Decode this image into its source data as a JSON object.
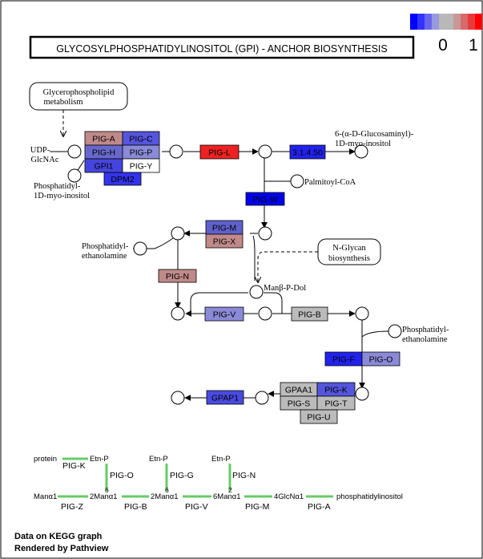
{
  "title": "GLYCOSYLPHOSPHATIDYLINOSITOL (GPI) - ANCHOR BIOSYNTHESIS",
  "legend": {
    "min_label": "0",
    "max_label": "1",
    "colors": [
      "#0000ff",
      "#3333ff",
      "#6666ee",
      "#9999dd",
      "#b8b8b8",
      "#b8b8b8",
      "#c89898",
      "#d86a6a",
      "#e83a3a",
      "#ff0000"
    ]
  },
  "maps": {
    "glycerophospholipid": [
      "Glycerophospholipid",
      "metabolism"
    ],
    "nglycan": [
      "N-Glycan",
      "biosynthesis"
    ]
  },
  "compounds": {
    "udp_glcnac": [
      "UDP-",
      "GlcNAc"
    ],
    "phosphatidyl_inositol": [
      "Phosphatidyl-",
      "1D-myo-inositol"
    ],
    "glucosaminyl_inositol": [
      "6-(α-D-Glucosaminyl)-",
      "1D-myo-inositol"
    ],
    "palmitoyl_coa": [
      "Palmitoyl-CoA"
    ],
    "pe_left": [
      "Phosphatidyl-",
      "ethanolamine"
    ],
    "man_p_dol": [
      "Manβ-P-Dol"
    ],
    "pe_right": [
      "Phosphatidyl-",
      "ethanolamine"
    ]
  },
  "genes": [
    {
      "label": "PIG-A",
      "color": "#c08a8a"
    },
    {
      "label": "PIG-C",
      "color": "#5555dd"
    },
    {
      "label": "PIG-H",
      "color": "#6868cc"
    },
    {
      "label": "PIG-P",
      "color": "#8a8ad8"
    },
    {
      "label": "GPI1",
      "color": "#4545dd"
    },
    {
      "label": "PIG-Y",
      "color": "#ffffff"
    },
    {
      "label": "DPM2",
      "color": "#3333ee"
    },
    {
      "label": "PIG-L",
      "color": "#ee2222"
    },
    {
      "label": "3.1.4.50",
      "color": "#2222ee"
    },
    {
      "label": "PIG-W",
      "color": "#0000ee"
    },
    {
      "label": "PIG-M",
      "color": "#6060cc"
    },
    {
      "label": "PIG-X",
      "color": "#c08a8a"
    },
    {
      "label": "PIG-N",
      "color": "#c08a8a"
    },
    {
      "label": "PIG-V",
      "color": "#8a8ad8"
    },
    {
      "label": "PIG-B",
      "color": "#bbbbbb"
    },
    {
      "label": "PIG-F",
      "color": "#2222ee"
    },
    {
      "label": "PIG-O",
      "color": "#8a8ad8"
    },
    {
      "label": "GPAA1",
      "color": "#bbbbbb"
    },
    {
      "label": "PIG-K",
      "color": "#5555dd"
    },
    {
      "label": "PIG-S",
      "color": "#bbbbbb"
    },
    {
      "label": "PIG-T",
      "color": "#bbbbbb"
    },
    {
      "label": "PIG-U",
      "color": "#bbbbbb"
    },
    {
      "label": "GPAP1",
      "color": "#4a4ae0"
    }
  ],
  "structure": {
    "protein": "protein",
    "etn_p": "Etn-P",
    "pig_k": "PIG-K",
    "pig_o": "PIG-O",
    "pig_g": "PIG-G",
    "pig_n": "PIG-N",
    "man1": "Manα1",
    "man2": "2Manα1",
    "man3": "2Manα1",
    "man4": "6Manα1",
    "glcn": "4GlcNα1",
    "pi": "phosphatidylinositol",
    "pig_z": "PIG-Z",
    "pig_b": "PIG-B",
    "pig_v": "PIG-V",
    "pig_m": "PIG-M",
    "pig_a": "PIG-A",
    "link6": "6",
    "link2": "2"
  },
  "credits": {
    "line1": "Data on KEGG graph",
    "line2": "Rendered by Pathview"
  }
}
